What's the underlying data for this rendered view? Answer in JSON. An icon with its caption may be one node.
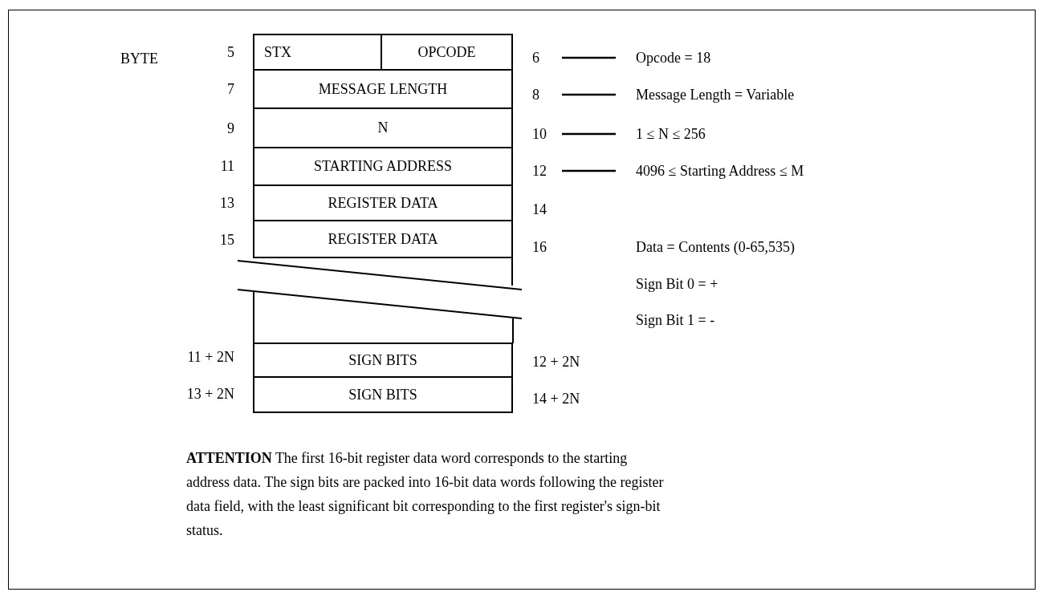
{
  "diagram": {
    "nodes": [
      {
        "text": [
          "STX"
        ]
      },
      {
        "text": [
          "OPCODE"
        ]
      },
      {
        "text": [
          "6"
        ]
      },
      {
        "text": [
          "Opcode = 18"
        ]
      },
      {
        "text": [
          "MESSAGE LENGTH"
        ]
      },
      {
        "text": [
          "8"
        ]
      },
      {
        "text": [
          "Message Length = Variable"
        ]
      },
      {
        "text": [
          "N"
        ]
      },
      {
        "text": [
          "10"
        ]
      },
      {
        "text": [
          "1 ≤ N ≤ 256"
        ]
      },
      {
        "text": [
          "STARTING ADDRESS"
        ]
      },
      {
        "text": [
          "12"
        ]
      },
      {
        "text": [
          "4096 ≤ Starting Address ≤ M"
        ]
      },
      {
        "text": [
          "REGISTER DATA"
        ]
      },
      {
        "text": [
          "REGISTER DATA"
        ]
      },
      {
        "text": [],
        "shape": "box"
      },
      {
        "text": [],
        "shape": "box"
      },
      {
        "text": [
          "SIGN BITS"
        ]
      },
      {
        "text": [
          "SIGN BITS"
        ]
      }
    ],
    "edges": [
      {
        "from": 2,
        "to": 3,
        "arrow": "none"
      },
      {
        "from": 5,
        "to": 6,
        "arrow": "none"
      },
      {
        "from": 8,
        "to": 9,
        "arrow": "none"
      },
      {
        "from": 11,
        "to": 12,
        "arrow": "none"
      }
    ],
    "labels": [
      "BYTE",
      "5",
      "7",
      "9",
      "11",
      "13",
      "14",
      "15",
      "16",
      "Data = Contents (0-65,535)",
      "Sign Bit 0 = +",
      "Sign Bit 1 = -",
      "11 + 2N",
      "12 + 2N",
      "13 + 2N",
      "14 + 2N",
      "**ATTENTION** The first 16-bit register data word corresponds to the starting address data. The sign bits are packed into 16-bit data words following the register data field, with the least significant bit corresponding to the first register's sign-bit status."
    ]
  }
}
